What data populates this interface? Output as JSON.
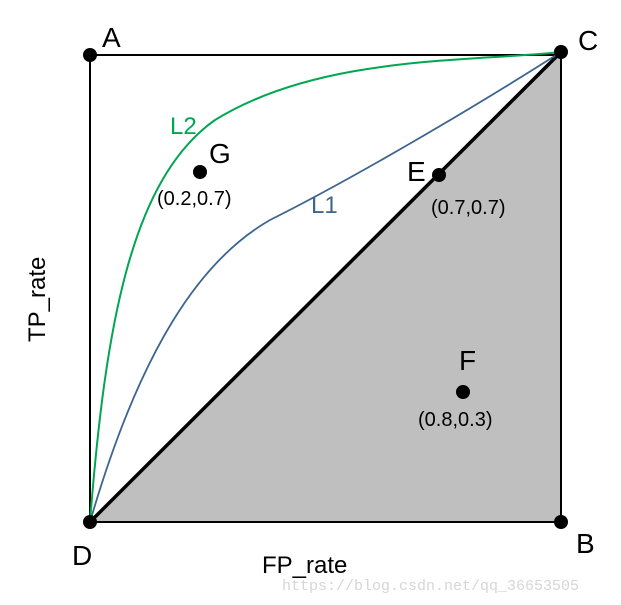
{
  "diagram": {
    "corners": {
      "A": "A",
      "B": "B",
      "C": "C",
      "D": "D"
    },
    "points": {
      "E": {
        "label": "E",
        "coords": "(0.7,0.7)",
        "x": 0.7,
        "y": 0.7
      },
      "F": {
        "label": "F",
        "coords": "(0.8,0.3)",
        "x": 0.8,
        "y": 0.3
      },
      "G": {
        "label": "G",
        "coords": "(0.2,0.7)",
        "x": 0.2,
        "y": 0.7
      }
    },
    "curves": {
      "L1": {
        "label": "L1",
        "color": "#3e6590"
      },
      "L2": {
        "label": "L2",
        "color": "#00a651"
      }
    },
    "xlabel": "FP_rate",
    "ylabel": "TP_rate",
    "shaded_region_color": "#bfbfbf",
    "watermark": "https://blog.csdn.net/qq_36653505"
  }
}
